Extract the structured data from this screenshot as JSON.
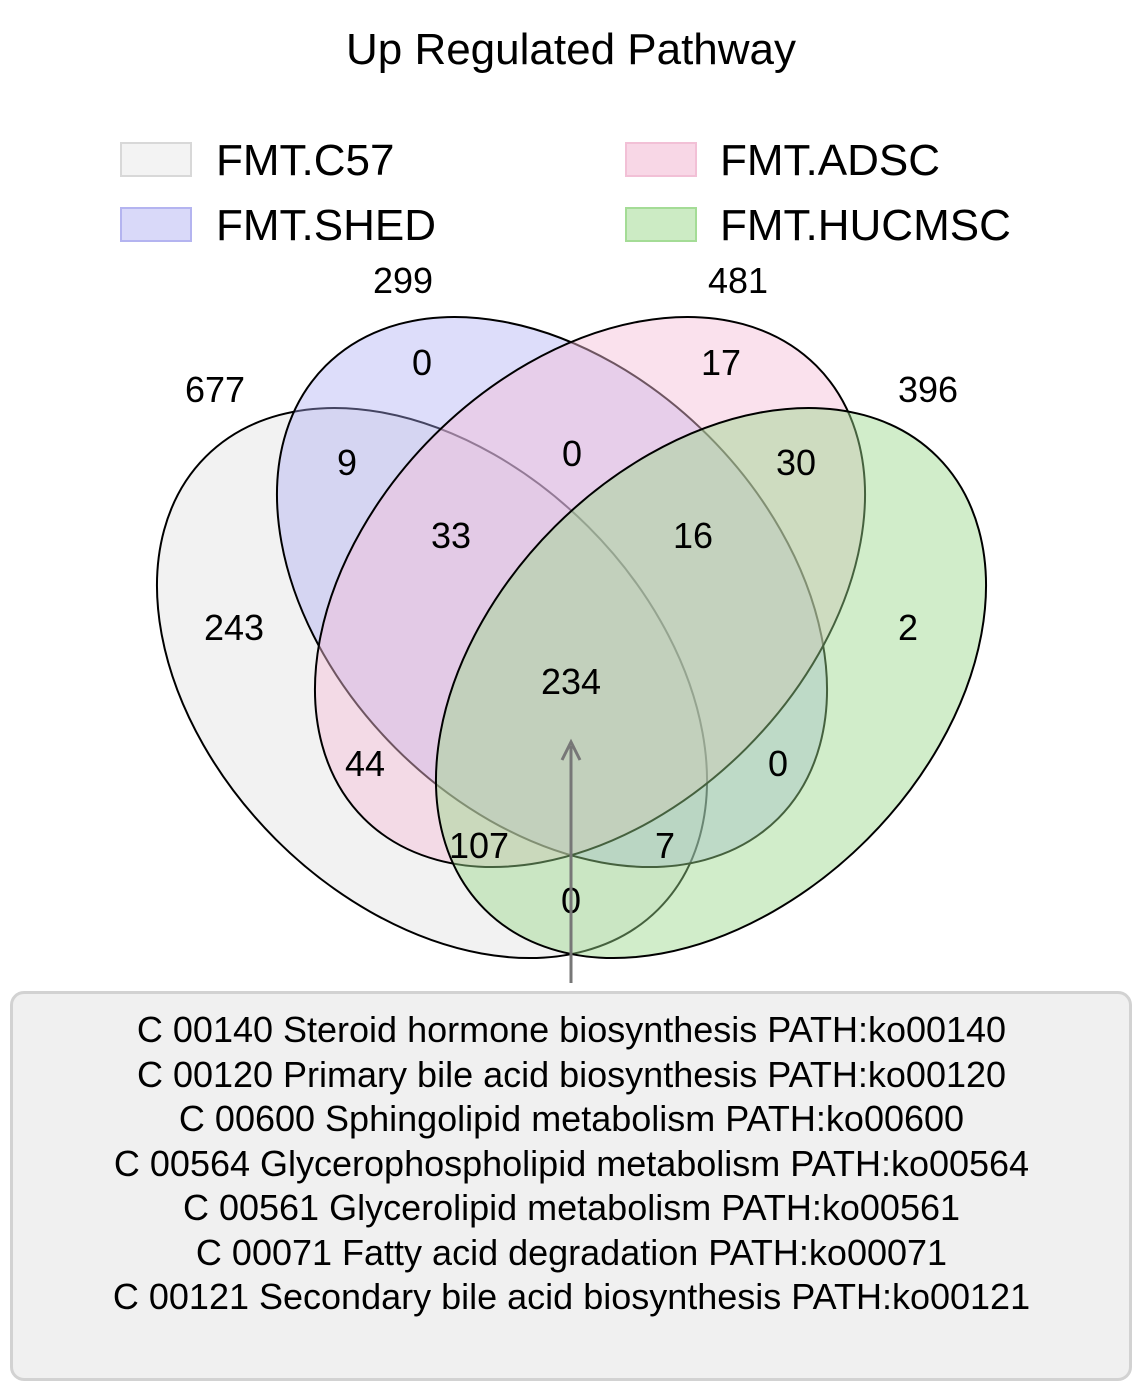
{
  "title": "Up Regulated Pathway",
  "sets": [
    {
      "name": "FMT.C57",
      "total": "677",
      "color": "#e6e6e6"
    },
    {
      "name": "FMT.SHED",
      "total": "299",
      "color": "#aaaaf2"
    },
    {
      "name": "FMT.ADSC",
      "total": "481",
      "color": "#f4bcd6"
    },
    {
      "name": "FMT.HUCMSC",
      "total": "396",
      "color": "#9ad88a"
    }
  ],
  "regions": {
    "c57_only": "243",
    "shed_only": "0",
    "adsc_only": "17",
    "hucmsc_only": "2",
    "c57_shed": "9",
    "shed_adsc": "0",
    "adsc_hucmsc": "30",
    "c57_adsc": "44",
    "shed_hucmsc": "0",
    "c57_hucmsc": "0",
    "c57_shed_adsc": "33",
    "shed_adsc_hucmsc": "16",
    "c57_adsc_hucmsc": "107",
    "c57_shed_hucmsc": "7",
    "all_four": "234"
  },
  "annotation": {
    "lines": [
      "C 00140 Steroid hormone biosynthesis PATH:ko00140",
      "C 00120 Primary bile acid biosynthesis PATH:ko00120",
      "C 00600 Sphingolipid metabolism PATH:ko00600",
      "C 00564 Glycerophospholipid metabolism PATH:ko00564",
      "C 00561 Glycerolipid metabolism PATH:ko00561",
      "C 00071 Fatty acid degradation PATH:ko00071",
      "C 00121 Secondary bile acid biosynthesis PATH:ko00121"
    ]
  }
}
